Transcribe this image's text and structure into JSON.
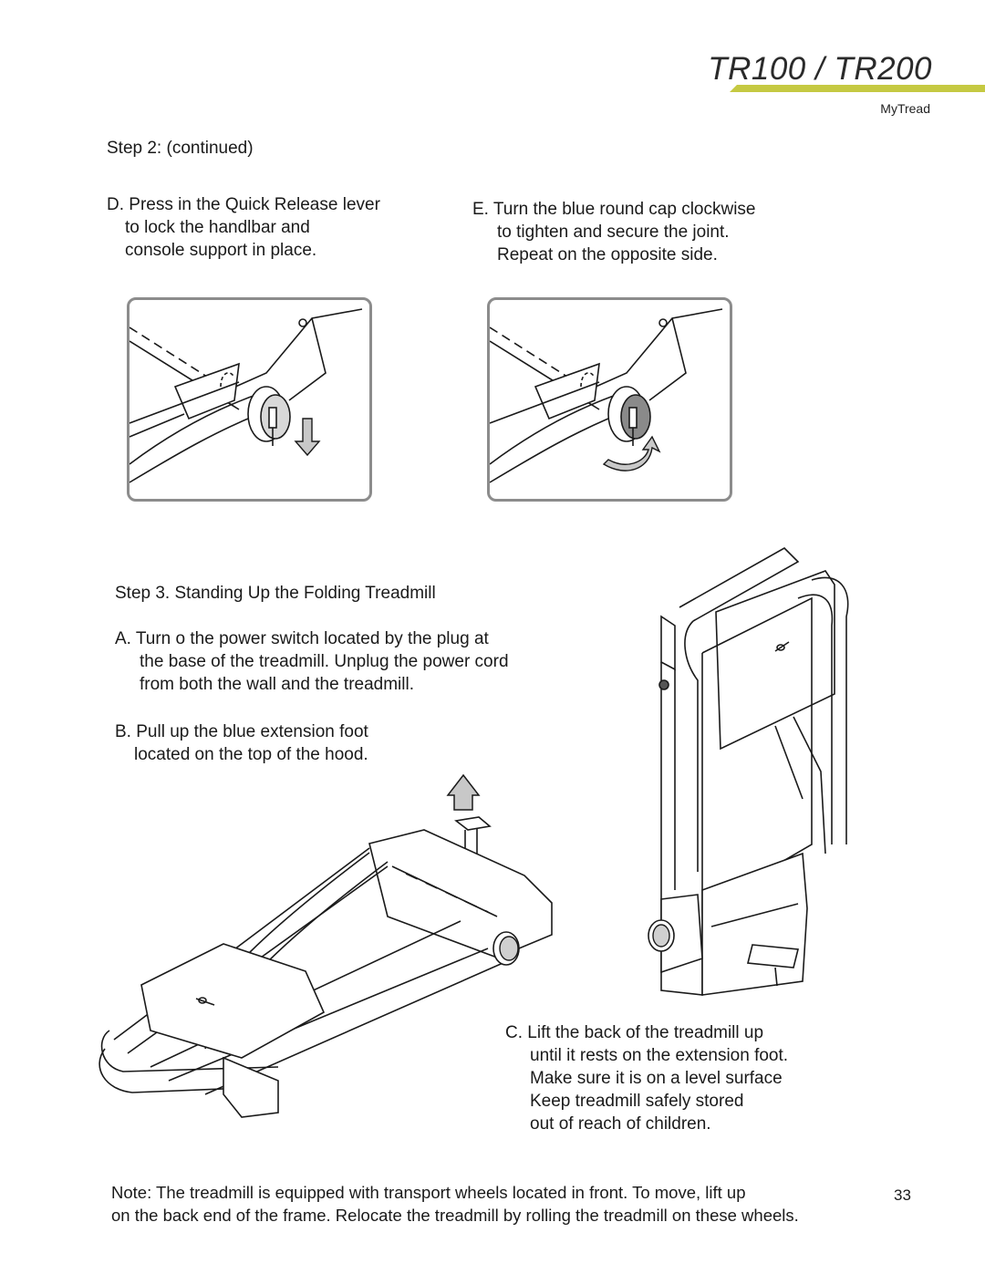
{
  "header": {
    "model_title": "TR100 / TR200",
    "brand": "MyTread",
    "accent_color": "#c5c942"
  },
  "step2": {
    "heading": "Step 2: (continued)",
    "item_d": {
      "lines": [
        "D.  Press in the Quick Release lever",
        "to lock the handlbar and",
        "console support in place."
      ]
    },
    "item_e": {
      "lines": [
        "E.  Turn the blue round cap clockwise",
        "to tighten and secure the joint.",
        "Repeat on the opposite side."
      ]
    }
  },
  "step3": {
    "heading": "Step 3. Standing Up the Folding Treadmill",
    "item_a": {
      "lines": [
        "A.  Turn o    the power switch located by the plug at",
        "the base of the treadmill. Unplug the power cord",
        "from both the wall and the treadmill."
      ]
    },
    "item_b": {
      "lines": [
        "B.  Pull up the blue extension foot",
        "located on the top of the hood."
      ]
    },
    "item_c": {
      "lines": [
        "C.  Lift the back of the treadmill up",
        "until it rests on the extension foot.",
        "Make sure it is on a level surface",
        "Keep treadmill safely stored",
        "out of reach of children."
      ]
    }
  },
  "note": {
    "line1": "Note: The treadmill is equipped with transport wheels located in front. To move, lift up",
    "line2": "on the back end of the frame. Relocate the treadmill by rolling the treadmill on these wheels."
  },
  "page_number": "33",
  "colors": {
    "frame_border": "#8c8c8c",
    "cap_fill": "#8a8a8a",
    "arrow_fill": "#c8c8c8"
  }
}
